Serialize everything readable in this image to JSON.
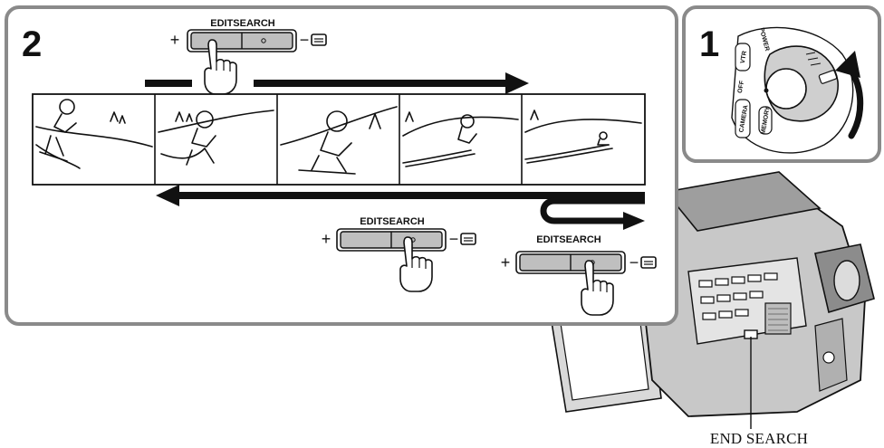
{
  "steps": {
    "step1_number": "1",
    "step2_number": "2"
  },
  "edit_search": {
    "label": "EDITSEARCH",
    "plus_sign": "+",
    "minus_sign": "−"
  },
  "switch_labels": {
    "power": "POWER",
    "vtr": "VTR",
    "off": "OFF",
    "camera": "CAMERA",
    "memory": "MEMORY"
  },
  "callouts": {
    "end_search": "END SEARCH"
  },
  "colors": {
    "panel_border": "#8a8a8a",
    "ink": "#111111",
    "button_fill": "#bfbfbf",
    "camera_body": "#c8c8c8"
  },
  "icons": {
    "pressing_hand": "pointing-hand-icon",
    "tape_search": "tape-cassette-icon",
    "rotate": "clockwise-arrow-icon"
  }
}
